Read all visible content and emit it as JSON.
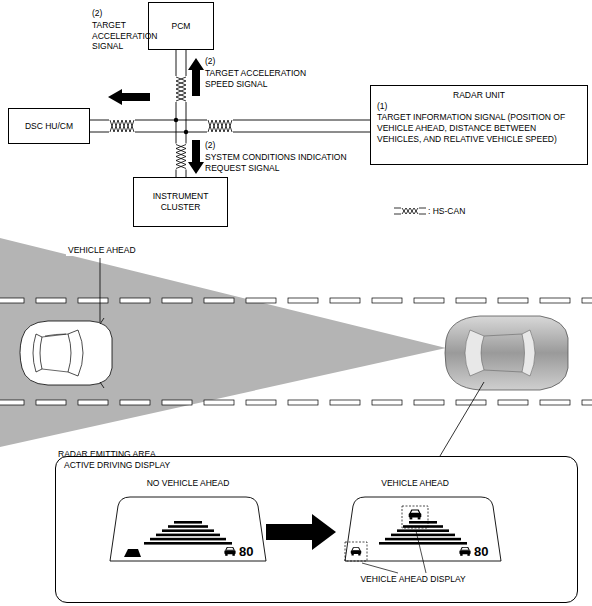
{
  "diagram": {
    "nodes": [
      {
        "text": [
          "PCM"
        ]
      },
      {
        "text": [
          "DSC HU/CM"
        ]
      },
      {
        "text": [
          "INSTRUMENT CLUSTER"
        ]
      },
      {
        "text": [
          "RADAR UNIT",
          "(1)",
          "TARGET INFORMATION SIGNAL (POSITION OF VEHICLE AHEAD, DISTANCE BETWEEN VEHICLES, AND RELATIVE VEHICLE SPEED)"
        ]
      },
      {
        "text": [
          "ACTIVE DRIVING DISPLAY"
        ]
      }
    ],
    "edges": [
      {
        "from": 1,
        "to": 3,
        "arrow": "none"
      },
      {
        "from": 0,
        "to": 2,
        "arrow": "none"
      }
    ],
    "labels": [
      "(2)",
      "TARGET ACCELERATION SIGNAL",
      "(2)",
      "TARGET ACCELERATION SPEED SIGNAL",
      "(2)",
      "SYSTEM CONDITIONS INDICATION REQUEST SIGNAL",
      "VEHICLE AHEAD",
      "RADAR EMITTING AREA",
      "NO VEHICLE AHEAD",
      "VEHICLE AHEAD",
      "80",
      "80",
      "VEHICLE AHEAD DISPLAY"
    ],
    "legend": [
      {
        "text": ": HS-CAN"
      }
    ]
  }
}
